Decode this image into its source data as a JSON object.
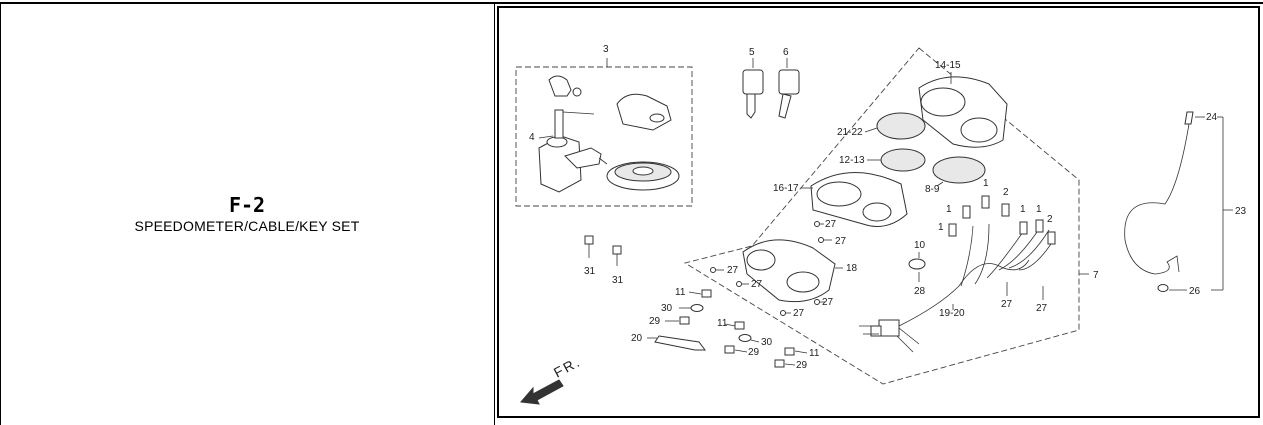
{
  "section": {
    "code": "F-2",
    "title": "SPEEDOMETER/CABLE/KEY SET"
  },
  "diagram": {
    "callouts": {
      "c3": "3",
      "c4": "4",
      "c5": "5",
      "c6": "6",
      "c14_15": "14-15",
      "c21_22": "21-22",
      "c12_13": "12-13",
      "c8_9": "8-9",
      "c16_17": "16-17",
      "c18": "18",
      "c27a": "27",
      "c27b": "27",
      "c27c": "27",
      "c27d": "27",
      "c27e": "27",
      "c27f": "27",
      "c27g": "27",
      "c27h": "27",
      "c10": "10",
      "c28": "28",
      "c19_20": "19-20",
      "c7": "7",
      "c1a": "1",
      "c1b": "1",
      "c1c": "1",
      "c1d": "1",
      "c1e": "1",
      "c2a": "2",
      "c2b": "2",
      "c23": "23",
      "c24": "24",
      "c26": "26",
      "c31a": "31",
      "c31b": "31",
      "c11a": "11",
      "c11b": "11",
      "c11c": "11",
      "c30a": "30",
      "c30b": "30",
      "c29a": "29",
      "c29b": "29",
      "c29c": "29",
      "c20": "20",
      "fr": "FR."
    }
  }
}
